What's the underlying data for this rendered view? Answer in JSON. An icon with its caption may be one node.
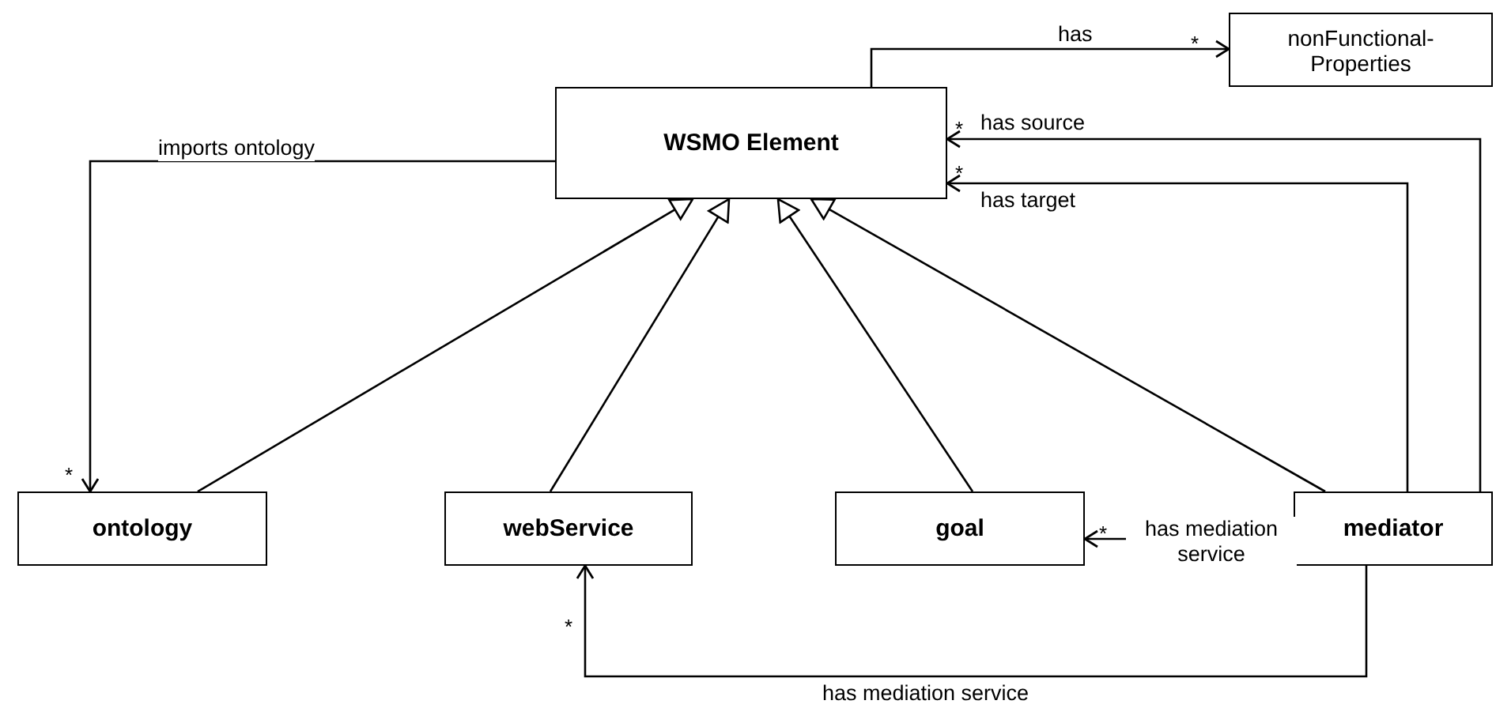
{
  "diagram": {
    "nodes": [
      {
        "text": [
          "WSMO Element"
        ]
      },
      {
        "text": [
          "nonFunctional-Properties"
        ]
      },
      {
        "text": [
          "ontology"
        ]
      },
      {
        "text": [
          "webService"
        ]
      },
      {
        "text": [
          "goal"
        ]
      },
      {
        "text": [
          "mediator"
        ]
      }
    ],
    "edges": [
      {
        "from": 0,
        "to": 1,
        "arrow": "to",
        "label": "has"
      },
      {
        "from": 0,
        "to": 2,
        "arrow": "to",
        "label": "imports ontology"
      },
      {
        "from": 2,
        "to": 0,
        "arrow": "to"
      },
      {
        "from": 3,
        "to": 0,
        "arrow": "to"
      },
      {
        "from": 4,
        "to": 0,
        "arrow": "to"
      },
      {
        "from": 5,
        "to": 0,
        "arrow": "to"
      },
      {
        "from": 5,
        "to": 0,
        "arrow": "to",
        "label": "has source"
      },
      {
        "from": 5,
        "to": 0,
        "arrow": "to",
        "label": "has target"
      },
      {
        "from": 5,
        "to": 4,
        "arrow": "to",
        "label": "has mediation service"
      },
      {
        "from": 5,
        "to": 3,
        "arrow": "to",
        "label": "has mediation service"
      }
    ],
    "labels": [
      "*",
      "*",
      "*",
      "*",
      "*",
      "*"
    ]
  }
}
